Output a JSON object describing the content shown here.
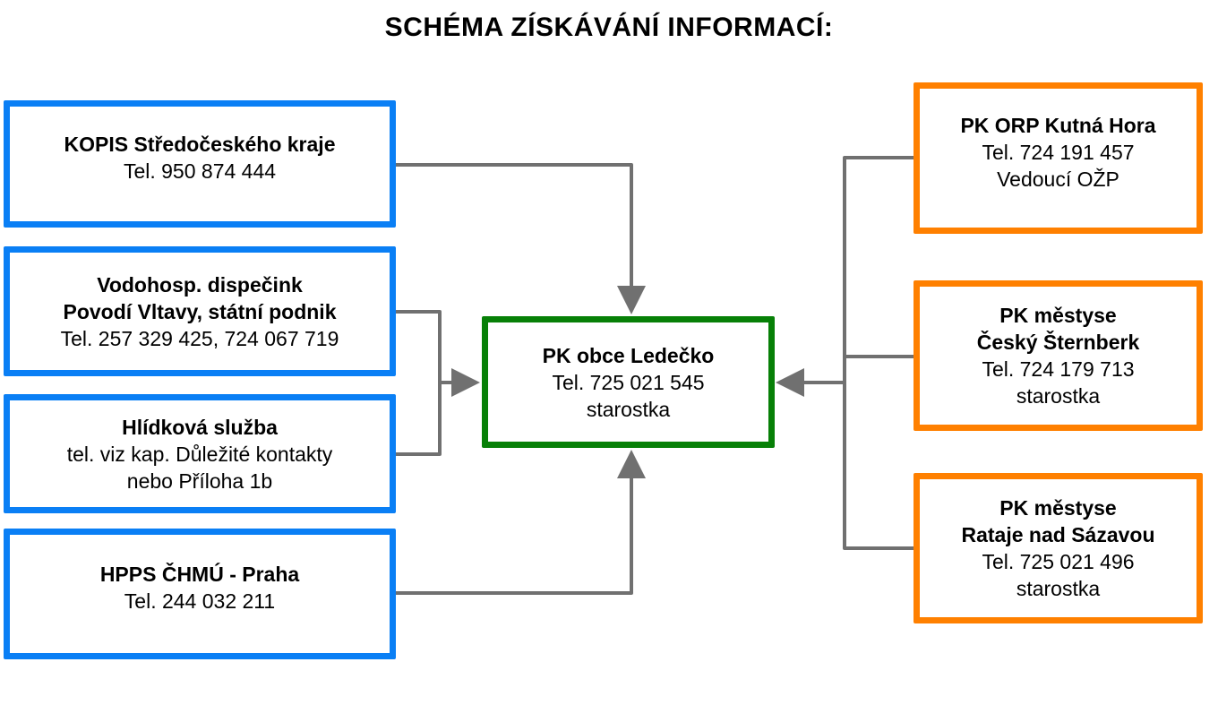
{
  "title": "SCHÉMA ZÍSKÁVÁNÍ INFORMACÍ:",
  "colors": {
    "left_sources": "#0a7ff5",
    "center": "#078007",
    "right_sources": "#ff8000",
    "connector": "#707070"
  },
  "left_boxes": [
    {
      "bold": [
        "KOPIS Středočeského kraje"
      ],
      "normal": [
        "Tel. 950 874 444"
      ]
    },
    {
      "bold": [
        "Vodohosp. dispečink",
        "Povodí Vltavy, státní podnik"
      ],
      "normal": [
        "Tel. 257 329 425, 724 067 719"
      ]
    },
    {
      "bold": [
        "Hlídková služba"
      ],
      "normal": [
        "tel. viz kap. Důležité kontakty",
        "nebo Příloha 1b"
      ]
    },
    {
      "bold": [
        "HPPS ČHMÚ - Praha"
      ],
      "normal": [
        "Tel. 244 032 211"
      ]
    }
  ],
  "center_box": {
    "bold": [
      "PK obce Ledečko"
    ],
    "normal": [
      "Tel. 725 021 545",
      "starostka"
    ]
  },
  "right_boxes": [
    {
      "bold": [
        "PK ORP Kutná Hora"
      ],
      "normal": [
        "Tel. 724 191 457",
        "Vedoucí OŽP"
      ]
    },
    {
      "bold": [
        "PK městyse",
        "Český Šternberk"
      ],
      "normal": [
        "Tel. 724 179 713",
        "starostka"
      ]
    },
    {
      "bold": [
        "PK městyse",
        "Rataje nad Sázavou"
      ],
      "normal": [
        "Tel. 725 021 496",
        "starostka"
      ]
    }
  ]
}
